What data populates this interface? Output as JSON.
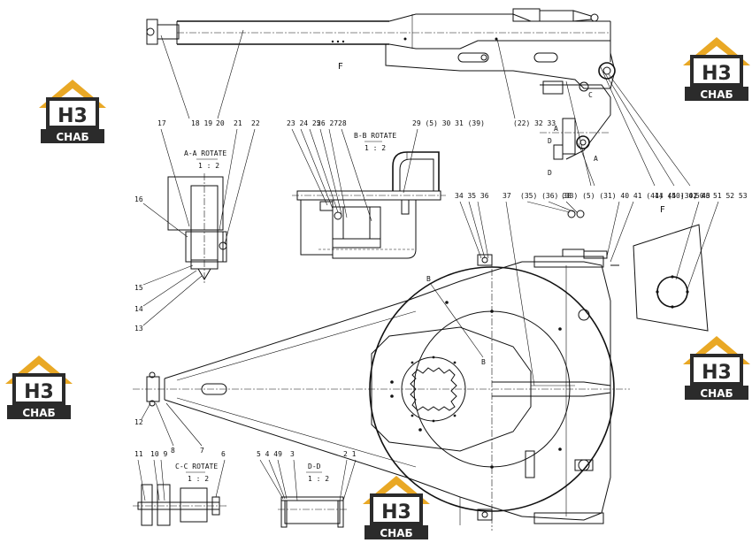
{
  "logo": {
    "main": "H3",
    "sub": "СНАБ",
    "gold": "#e9a825",
    "dark": "#2b2b2b"
  },
  "views": {
    "aa_title": "A-A ROTATE",
    "aa_scale": "1 : 2",
    "bb_title": "B-B ROTATE",
    "bb_scale": "1 : 2",
    "cc_title": "C-C ROTATE",
    "cc_scale": "1 : 2",
    "dd_title": "D-D",
    "dd_scale": "1 : 2",
    "f_label": "F",
    "f_view": "F"
  },
  "callouts": {
    "c1819": "18 19",
    "c20": "20",
    "c17": "17",
    "c21": "21",
    "c22": "22",
    "c16": "16",
    "c15": "15",
    "c14": "14",
    "c13": "13",
    "c232425": "23 24 25",
    "c2627": "26 27",
    "c28": "28",
    "c2930": "29 (5) 30 31 (39)",
    "c3233": "(22) 32 33",
    "c343536": "34 35 36",
    "c37": "37",
    "c3538": "(35) (36) 38",
    "c3342": "(33) (5) (31) 40 41 (41) (40) 42 43",
    "c4446": "44 45 (30) 46",
    "c50": "50",
    "c515253": "51 52 53",
    "c12": "12",
    "c8": "8",
    "c7": "7",
    "c11": "11",
    "c109": "10 9",
    "c6": "6",
    "c549": "5 4 49",
    "c3": "3",
    "c21b": "2 1"
  },
  "markers": {
    "a1": "A",
    "a2": "A",
    "b1": "B",
    "b2": "B",
    "c1": "C",
    "d1": "D",
    "d2": "D"
  }
}
